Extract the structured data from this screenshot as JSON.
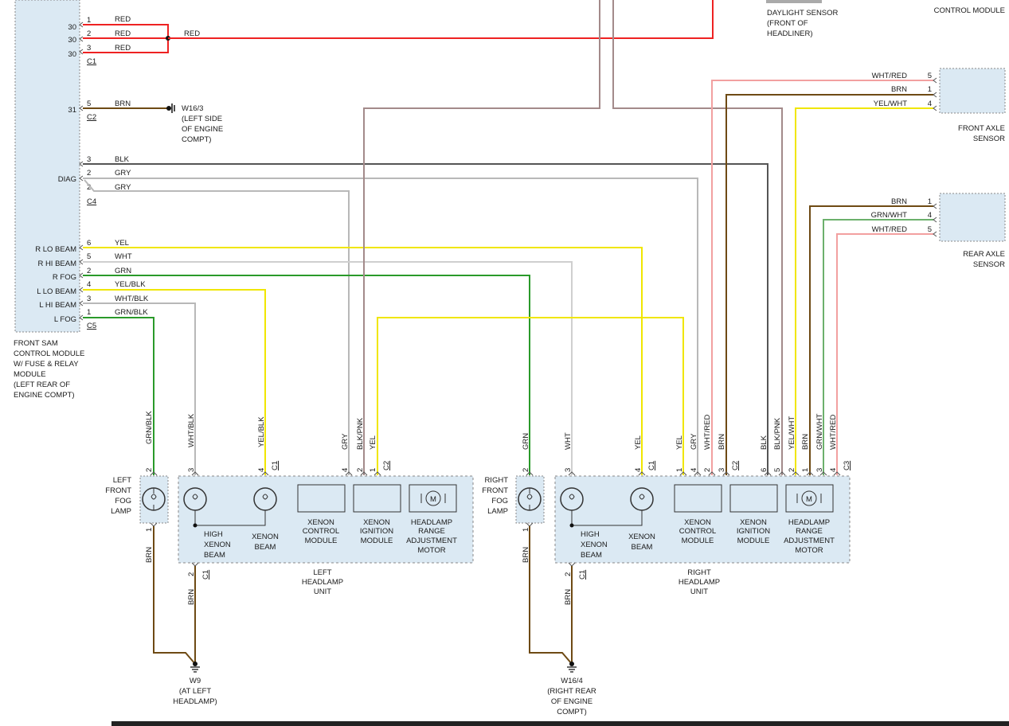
{
  "colors": {
    "red": "#ee2222",
    "brn": "#6e4a14",
    "blk": "#555555",
    "gry": "#b8b8b8",
    "yel": "#f0e600",
    "wht": "#cfcfcf",
    "grn": "#2a9a2a",
    "blkpnk": "#a38a8a",
    "whtred": "#f2a0a0",
    "grnwht": "#6cb06c",
    "module_fill": "#dbe9f3",
    "scrollbar": "#222222"
  },
  "modules": {
    "front_sam": [
      "FRONT SAM",
      "CONTROL MODULE",
      "W/ FUSE & RELAY",
      "MODULE",
      "(LEFT REAR OF",
      "ENGINE COMPT)"
    ],
    "front_axle": [
      "FRONT AXLE",
      "SENSOR"
    ],
    "rear_axle": [
      "REAR AXLE",
      "SENSOR"
    ],
    "top_control": "CONTROL MODULE",
    "light_switch": [
      "DAYLIGHT SENSOR",
      "(FRONT OF",
      "HEADLINER)"
    ]
  },
  "sam_labels": {
    "c1": "C1",
    "c2": "C2",
    "c4": "C4",
    "c5": "C5",
    "term30a": "30",
    "term30b": "30",
    "term30c": "30",
    "term31": "31",
    "diag": "DIAG",
    "rlo": "R LO BEAM",
    "rhi": "R HI BEAM",
    "rfog": "R FOG",
    "llo": "L LO BEAM",
    "lhi": "L HI BEAM",
    "lfog": "L FOG",
    "p1": "1",
    "p2": "2",
    "p3": "3",
    "p5": "5",
    "c4p3": "3",
    "c4p2a": "2",
    "c4p2b": "2",
    "c5p6": "6",
    "c5p5": "5",
    "c5p2": "2",
    "c5p4": "4",
    "c5p3": "3",
    "c5p1": "1"
  },
  "wire_labels": {
    "red1": "RED",
    "red2": "RED",
    "red3": "RED",
    "red_out": "RED",
    "brn": "BRN",
    "blk": "BLK",
    "gry1": "GRY",
    "gry2": "GRY",
    "yel": "YEL",
    "wht": "WHT",
    "grn": "GRN",
    "yelblk": "YEL/BLK",
    "whtblk": "WHT/BLK",
    "grnblk": "GRN/BLK"
  },
  "ground_w16_3": [
    "W16/3",
    "(LEFT SIDE",
    "OF ENGINE",
    "COMPT)"
  ],
  "front_axle_wires": [
    {
      "color": "WHT/RED",
      "pin": "5"
    },
    {
      "color": "BRN",
      "pin": "1"
    },
    {
      "color": "YEL/WHT",
      "pin": "4"
    }
  ],
  "rear_axle_wires": [
    {
      "color": "BRN",
      "pin": "1"
    },
    {
      "color": "GRN/WHT",
      "pin": "4"
    },
    {
      "color": "WHT/RED",
      "pin": "5"
    }
  ],
  "left_fog_lamp": {
    "label": [
      "LEFT",
      "FRONT",
      "FOG",
      "LAMP"
    ],
    "top_wire": "GRN/BLK",
    "top_pin": "2",
    "bottom_pin": "1",
    "bottom_wire": "BRN"
  },
  "right_fog_lamp": {
    "label": [
      "RIGHT",
      "FRONT",
      "FOG",
      "LAMP"
    ],
    "top_wire": "GRN",
    "top_pin": "2",
    "bottom_pin": "1",
    "bottom_wire": "BRN"
  },
  "left_headlamp": {
    "wires": [
      "WHT/BLK",
      "YEL/BLK",
      "GRY",
      "BLK/PNK",
      "YEL"
    ],
    "pins": [
      "3",
      "4",
      "4",
      "2",
      "1"
    ],
    "conn_c1": "C1",
    "conn_c2": "C2",
    "comps": {
      "high": [
        "HIGH",
        "XENON",
        "BEAM"
      ],
      "low": [
        "XENON",
        "BEAM"
      ],
      "ctrl": [
        "XENON",
        "CONTROL",
        "MODULE"
      ],
      "ign": [
        "XENON",
        "IGNITION",
        "MODULE"
      ],
      "motor": [
        "HEADLAMP",
        "RANGE",
        "ADJUSTMENT",
        "MOTOR"
      ],
      "motor_glyph": "M"
    },
    "title": [
      "LEFT",
      "HEADLAMP",
      "UNIT"
    ],
    "bottom_pin": "2",
    "bottom_conn": "C1",
    "bottom_wire": "BRN"
  },
  "right_headlamp": {
    "wires": [
      "WHT",
      "YEL",
      "YEL",
      "GRY",
      "WHT/RED",
      "BRN",
      "BLK",
      "BLK/PNK",
      "YEL/WHT",
      "BRN",
      "GRN/WHT",
      "WHT/RED"
    ],
    "pins": [
      "3",
      "4",
      "1",
      "4",
      "2",
      "3",
      "6",
      "5",
      "2",
      "1",
      "3",
      "4"
    ],
    "conn_c1": "C1",
    "conn_c2": "C2",
    "conn_c3": "C3",
    "comps": {
      "high": [
        "HIGH",
        "XENON",
        "BEAM"
      ],
      "low": [
        "XENON",
        "BEAM"
      ],
      "ctrl": [
        "XENON",
        "CONTROL",
        "MODULE"
      ],
      "ign": [
        "XENON",
        "IGNITION",
        "MODULE"
      ],
      "motor": [
        "HEADLAMP",
        "RANGE",
        "ADJUSTMENT",
        "MOTOR"
      ],
      "motor_glyph": "M"
    },
    "title": [
      "RIGHT",
      "HEADLAMP",
      "UNIT"
    ],
    "bottom_pin": "2",
    "bottom_conn": "C1",
    "bottom_wire": "BRN"
  },
  "ground_w9": [
    "W9",
    "(AT LEFT",
    "HEADLAMP)"
  ],
  "ground_w16_4": [
    "W16/4",
    "(RIGHT REAR",
    "OF ENGINE",
    "COMPT)"
  ]
}
